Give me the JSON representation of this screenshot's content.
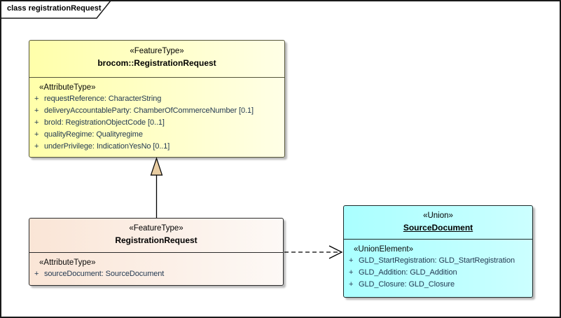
{
  "frame": {
    "title": "class registrationRequest"
  },
  "colors": {
    "yellow_l": "#ffffaa",
    "yellow_r": "#ffffe6",
    "peach_l": "#fae5d6",
    "peach_r": "#fdf9f6",
    "cyan_l": "#aaffff",
    "cyan_r": "#ccffff",
    "triangle": "#e9cda2",
    "attr_text": "#243a52"
  },
  "classes": [
    {
      "stereotype": "«FeatureType»",
      "name": "brocom::RegistrationRequest",
      "section_label": "«AttributeType»",
      "attributes": [
        {
          "vis": "+",
          "text": "requestReference: CharacterString"
        },
        {
          "vis": "+",
          "text": "deliveryAccountableParty: ChamberOfCommerceNumber [0.1]"
        },
        {
          "vis": "+",
          "text": "broId: RegistrationObjectCode [0..1]"
        },
        {
          "vis": "+",
          "text": "qualityRegime: Qualityregime"
        },
        {
          "vis": "+",
          "text": "underPrivilege: IndicationYesNo [0..1]"
        }
      ]
    },
    {
      "stereotype": "«FeatureType»",
      "name": "RegistrationRequest",
      "section_label": "«AttributeType»",
      "attributes": [
        {
          "vis": "+",
          "text": "sourceDocument: SourceDocument"
        }
      ]
    },
    {
      "stereotype": "«Union»",
      "name": "SourceDocument",
      "section_label": "«UnionElement»",
      "attributes": [
        {
          "vis": "+",
          "text": "GLD_StartRegistration: GLD_StartRegistration"
        },
        {
          "vis": "+",
          "text": "GLD_Addition: GLD_Addition"
        },
        {
          "vis": "+",
          "text": "GLD_Closure: GLD_Closure"
        }
      ]
    }
  ],
  "relations": [
    {
      "type": "generalization",
      "from": "RegistrationRequest",
      "to": "brocom::RegistrationRequest"
    },
    {
      "type": "dependency",
      "from": "RegistrationRequest",
      "to": "SourceDocument"
    }
  ]
}
